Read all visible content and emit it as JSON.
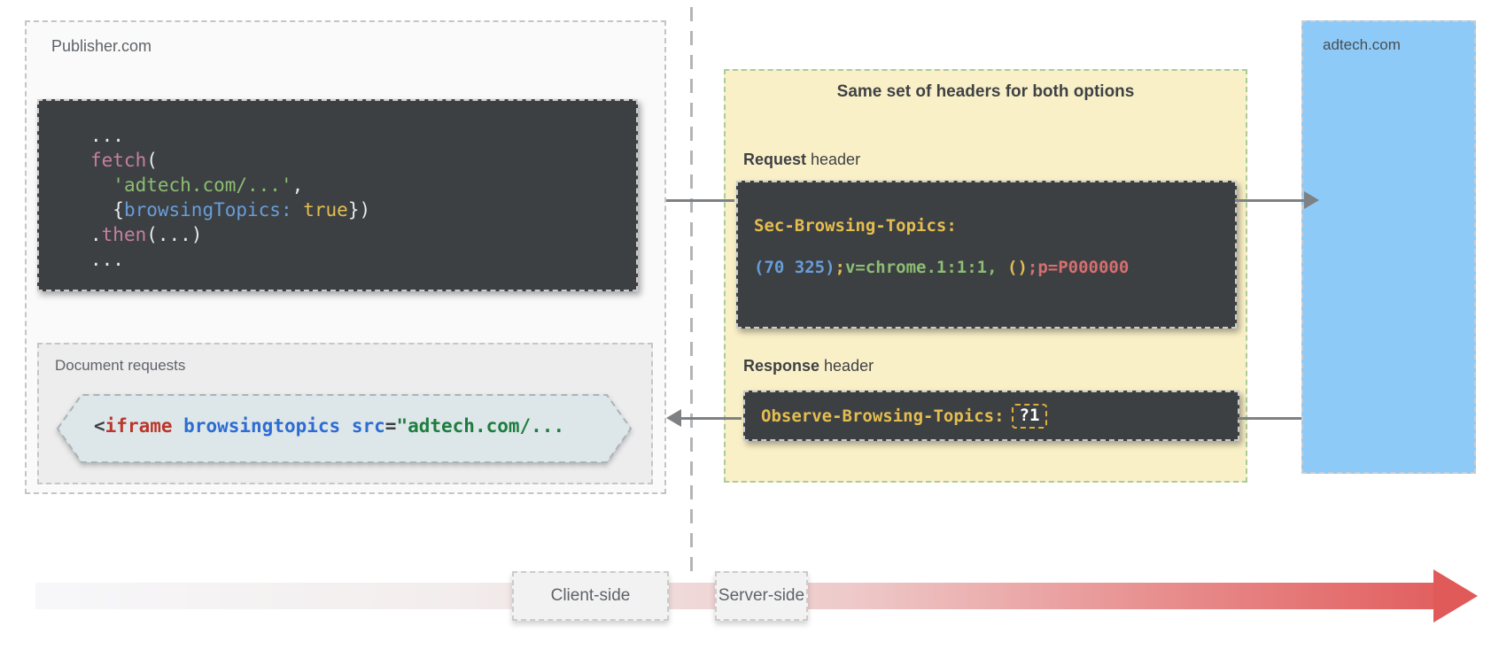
{
  "publisher": {
    "label": "Publisher.com",
    "code": {
      "lines": [
        [
          {
            "t": "...",
            "c": "w"
          }
        ],
        [
          {
            "t": "fetch",
            "c": "p"
          },
          {
            "t": "(",
            "c": "w"
          }
        ],
        [
          {
            "t": "  ",
            "c": "w"
          },
          {
            "t": "'adtech.com/...'",
            "c": "g"
          },
          {
            "t": ",",
            "c": "w"
          }
        ],
        [
          {
            "t": "  {",
            "c": "w"
          },
          {
            "t": "browsingTopics:",
            "c": "b"
          },
          {
            "t": " ",
            "c": "w"
          },
          {
            "t": "true",
            "c": "y"
          },
          {
            "t": "})",
            "c": "w"
          }
        ],
        [
          {
            "t": ".",
            "c": "w"
          },
          {
            "t": "then",
            "c": "p"
          },
          {
            "t": "(...)",
            "c": "w"
          }
        ],
        [
          {
            "t": "...",
            "c": "w"
          }
        ]
      ]
    },
    "document_requests": {
      "label": "Document requests",
      "iframe_segments": [
        {
          "t": "<",
          "c": "k"
        },
        {
          "t": "iframe",
          "c": "hr"
        },
        {
          "t": " ",
          "c": "k"
        },
        {
          "t": "browsingtopics",
          "c": "hb"
        },
        {
          "t": " ",
          "c": "k"
        },
        {
          "t": "src",
          "c": "hb"
        },
        {
          "t": "=",
          "c": "k"
        },
        {
          "t": "\"adtech.com/...",
          "c": "hg"
        }
      ]
    }
  },
  "headers_panel": {
    "title": "Same set of headers for both options",
    "request": {
      "label_bold": "Request",
      "label_rest": " header",
      "name": "Sec-Browsing-Topics:",
      "value_segments": [
        {
          "t": "(70 325)",
          "c": "b"
        },
        {
          "t": ";",
          "c": "y"
        },
        {
          "t": "v=chrome.1:1:1,",
          "c": "g"
        },
        {
          "t": " ()",
          "c": "y"
        },
        {
          "t": ";p=P000000",
          "c": "r"
        }
      ]
    },
    "response": {
      "label_bold": "Response",
      "label_rest": " header",
      "name": "Observe-Browsing-Topics:",
      "badge": "?1"
    }
  },
  "adtech": {
    "label": "adtech.com"
  },
  "timeline": {
    "client_label": "Client-side",
    "server_label": "Server-side"
  },
  "colors": {
    "panel_bg": "#faf0c8",
    "panel_border": "#a9cb9e",
    "code_bg": "#3c4043",
    "adtech_bg": "#8ecaf8",
    "publisher_bg": "#fafafa",
    "arrow_gray": "#7e8184",
    "gradient_end": "#e15a5a",
    "code_yellow": "#e5bd4f",
    "code_blue": "#699dd8",
    "code_green": "#8dbd72",
    "code_pink": "#c57f9f",
    "code_red": "#d66f6f",
    "html_red": "#bb372a",
    "html_blue": "#2d6cd3",
    "html_green": "#1e7d3e",
    "hexagon_fill": "#dde7e9"
  }
}
